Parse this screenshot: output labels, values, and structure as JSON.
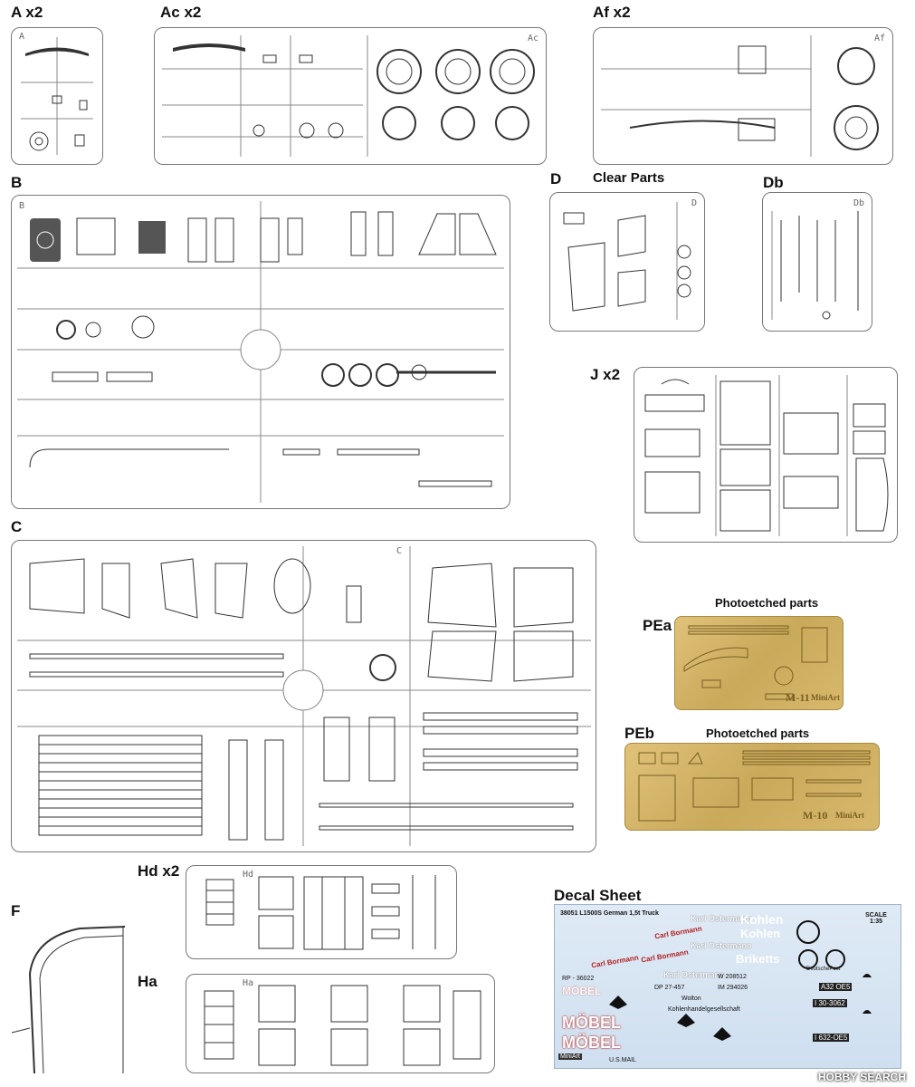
{
  "sections": {
    "a": "A x2",
    "ac": "Ac x2",
    "af": "Af x2",
    "b": "B",
    "d": "D",
    "d_clear": "Clear Parts",
    "db": "Db",
    "j": "J x2",
    "c": "C",
    "pea_title": "Photoetched parts",
    "pea": "PEa",
    "peb_title": "Photoetched parts",
    "peb": "PEb",
    "hd": "Hd x2",
    "f": "F",
    "ha": "Ha",
    "decal": "Decal Sheet"
  },
  "sprue_codes": {
    "a": "A",
    "ac": "Ac",
    "af": "Af",
    "b": "B",
    "d": "D",
    "db": "Db",
    "c": "C",
    "hd": "Hd",
    "ha": "Ha"
  },
  "pe_marks": {
    "pea": "M-11",
    "peb": "M-10",
    "brand": "MiniArt"
  },
  "decal": {
    "header": "38051 L1500S German 1,5t Truck",
    "karl1": "Karl Ostermann",
    "karl2": "Karl Ostermann",
    "karl3": "Karl Ostermann",
    "carl1": "Carl Bormann",
    "carl2": "Carl Bormann",
    "carl3": "Carl Bormann",
    "kohlen1": "Kohlen",
    "kohlen2": "Kohlen",
    "briketts": "Briketts",
    "rp": "RP - 36022",
    "dp": "DP 27-457",
    "im": "IM 294026",
    "w": "W 208512",
    "wolton": "Wolton",
    "kohlenhandel": "Kohlenhandelgesellschaft",
    "mobel1": "MÖBEL",
    "mobel2": "MÖBEL",
    "mobel3": "MÖBEL",
    "deutschepost": "DeutschePost",
    "scale": "SCALE 1:35",
    "usmail": "U.S.MAIL",
    "plate1": "A32 OE5",
    "plate2": "I 30-3062",
    "plate3": "I 632-OE5",
    "brand": "MiniArt"
  },
  "watermark": "HOBBY SEARCH"
}
